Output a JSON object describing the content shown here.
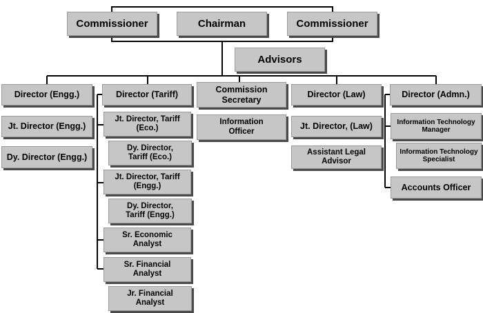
{
  "top": {
    "commissioner_left": "Commissioner",
    "chairman": "Chairman",
    "commissioner_right": "Commissioner",
    "advisors": "Advisors"
  },
  "engg": {
    "director": "Director (Engg.)",
    "jt_director": "Jt. Director (Engg.)",
    "dy_director": "Dy. Director (Engg.)"
  },
  "tariff": {
    "director": "Director (Tariff)",
    "jt_director_eco": "Jt. Director, Tariff (Eco.)",
    "dy_director_eco": "Dy. Director, Tariff (Eco.)",
    "jt_director_engg": "Jt. Director, Tariff (Engg.)",
    "dy_director_engg": "Dy. Director, Tariff (Engg.)",
    "sr_economic_analyst": "Sr. Economic Analyst",
    "sr_financial_analyst": "Sr. Financial Analyst",
    "jr_financial_analyst": "Jr. Financial Analyst"
  },
  "secretary": {
    "commission_secretary": "Commission Secretary",
    "information_officer": "Information Officer"
  },
  "law": {
    "director": "Director (Law)",
    "jt_director": "Jt. Director, (Law)",
    "assistant_legal_advisor": "Assistant Legal Advisor"
  },
  "admn": {
    "director": "Director (Admn.)",
    "it_manager": "Information Technology Manager",
    "it_specialist": "Information Technology Specialist",
    "accounts_officer": "Accounts Officer"
  }
}
